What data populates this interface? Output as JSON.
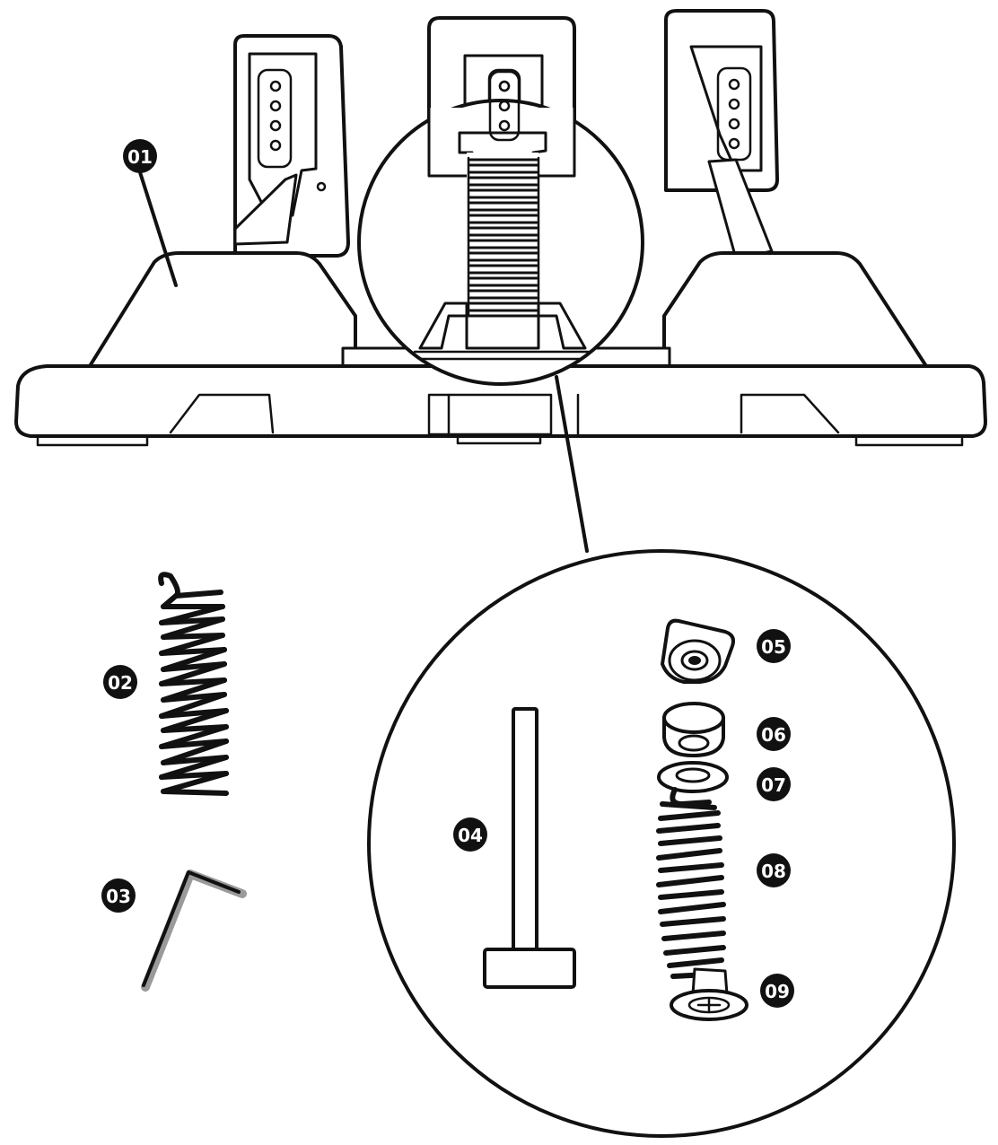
{
  "callouts": [
    {
      "id": "01",
      "text": "01"
    },
    {
      "id": "02",
      "text": "02"
    },
    {
      "id": "03",
      "text": "03"
    },
    {
      "id": "04",
      "text": "04"
    },
    {
      "id": "05",
      "text": "05"
    },
    {
      "id": "06",
      "text": "06"
    },
    {
      "id": "07",
      "text": "07"
    },
    {
      "id": "08",
      "text": "08"
    },
    {
      "id": "09",
      "text": "09"
    }
  ],
  "colors": {
    "line": "#111111",
    "background": "#ffffff",
    "wrench_shadow": "#9a9a9a"
  }
}
